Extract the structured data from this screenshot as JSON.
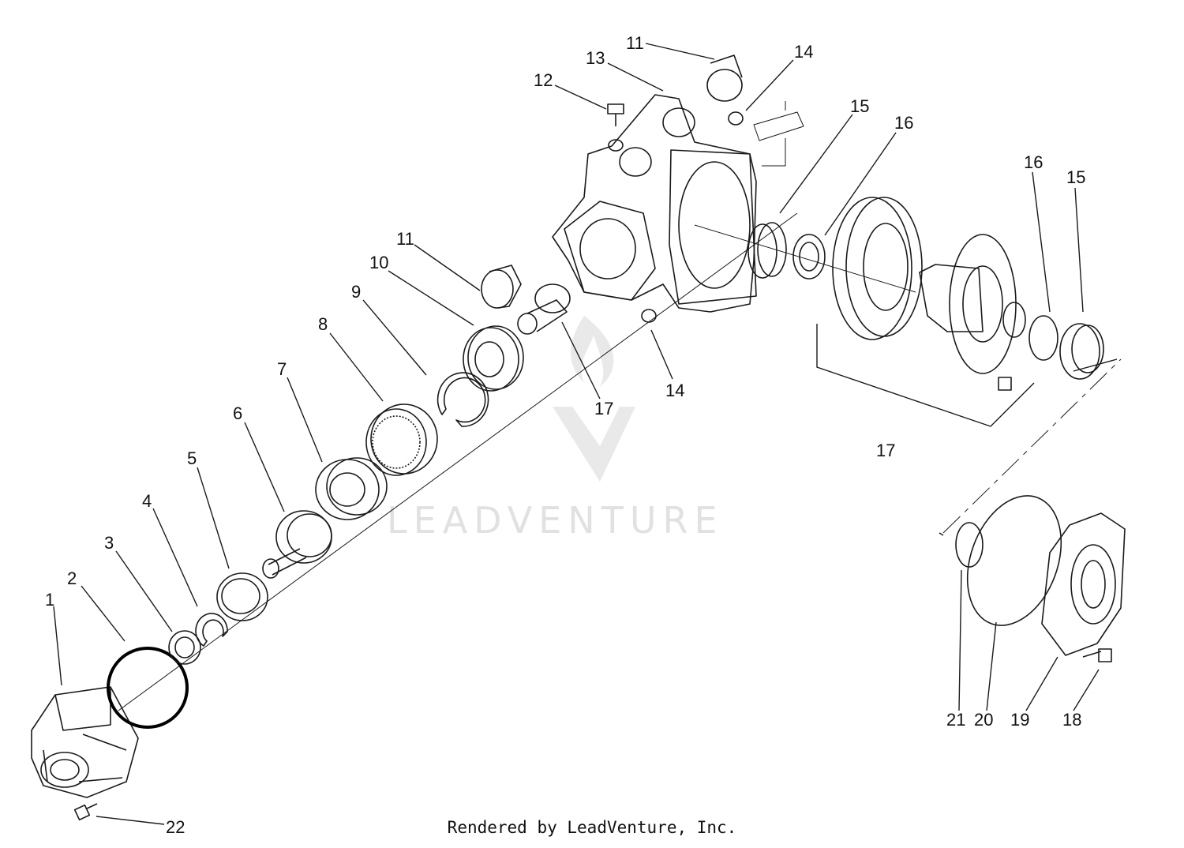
{
  "watermark": {
    "text": "LEADVENTURE"
  },
  "credit": "Rendered by LeadVenture, Inc.",
  "callouts": [
    {
      "id": "1",
      "label": "1"
    },
    {
      "id": "2",
      "label": "2"
    },
    {
      "id": "3",
      "label": "3"
    },
    {
      "id": "4",
      "label": "4"
    },
    {
      "id": "5",
      "label": "5"
    },
    {
      "id": "6",
      "label": "6"
    },
    {
      "id": "7",
      "label": "7"
    },
    {
      "id": "8",
      "label": "8"
    },
    {
      "id": "9",
      "label": "9"
    },
    {
      "id": "10",
      "label": "10"
    },
    {
      "id": "11a",
      "label": "11"
    },
    {
      "id": "11b",
      "label": "11"
    },
    {
      "id": "12",
      "label": "12"
    },
    {
      "id": "13",
      "label": "13"
    },
    {
      "id": "14a",
      "label": "14"
    },
    {
      "id": "14b",
      "label": "14"
    },
    {
      "id": "15a",
      "label": "15"
    },
    {
      "id": "15b",
      "label": "15"
    },
    {
      "id": "16a",
      "label": "16"
    },
    {
      "id": "16b",
      "label": "16"
    },
    {
      "id": "17a",
      "label": "17"
    },
    {
      "id": "17b",
      "label": "17"
    },
    {
      "id": "18",
      "label": "18"
    },
    {
      "id": "19",
      "label": "19"
    },
    {
      "id": "20",
      "label": "20"
    },
    {
      "id": "21",
      "label": "21"
    },
    {
      "id": "22",
      "label": "22"
    }
  ]
}
